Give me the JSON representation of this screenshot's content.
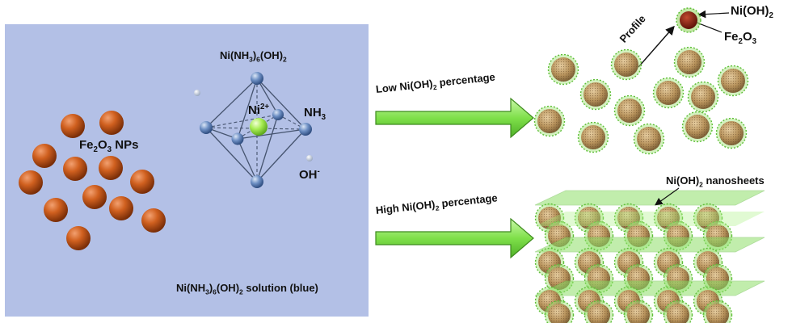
{
  "labels": {
    "complex_title_prefix": "Ni(NH",
    "complex_title_sub1": "3",
    "complex_title_mid": ")",
    "complex_title_sub2": "6",
    "complex_title_suffix": "(OH)",
    "complex_title_sub3": "2",
    "ni_ion": "Ni",
    "ni_charge": "2+",
    "nh3_prefix": "NH",
    "nh3_sub": "3",
    "oh_ion": "OH",
    "oh_charge": "-",
    "fe2o3_nps_prefix": "Fe",
    "fe2o3_nps_sub1": "2",
    "fe2o3_nps_mid": "O",
    "fe2o3_nps_sub2": "3",
    "fe2o3_nps_suffix": " NPs",
    "solution_prefix": "Ni(NH",
    "solution_sub1": "3",
    "solution_mid": ")",
    "solution_sub2": "6",
    "solution_mid2": "(OH)",
    "solution_sub3": "2",
    "solution_suffix": " solution (blue)",
    "low_prefix": "Low Ni(OH)",
    "low_sub": "2",
    "low_suffix": " percentage",
    "high_prefix": "High Ni(OH)",
    "high_sub": "2",
    "high_suffix": " percentage",
    "profile": "Profile",
    "shell_prefix": "Ni(OH)",
    "shell_sub": "2",
    "core_prefix": "Fe",
    "core_sub1": "2",
    "core_mid": "O",
    "core_sub2": "3",
    "nanosheets_prefix": "Ni(OH)",
    "nanosheets_sub": "2",
    "nanosheets_suffix": " nanosheets"
  },
  "colors": {
    "solution_bg": "#b3c0e6",
    "fe2o3_particle": "#c8561c",
    "ni_atom": "#9ee84a",
    "nh3_atom": "#5a7fb8",
    "oh_atom": "#e8eef6",
    "arrow": "#7de04a",
    "core_shell_core": "#b89a6a",
    "core_shell_ring": "#6cc04a",
    "profile_core": "#8b1f10",
    "nanosheet": "#8fe06a"
  }
}
